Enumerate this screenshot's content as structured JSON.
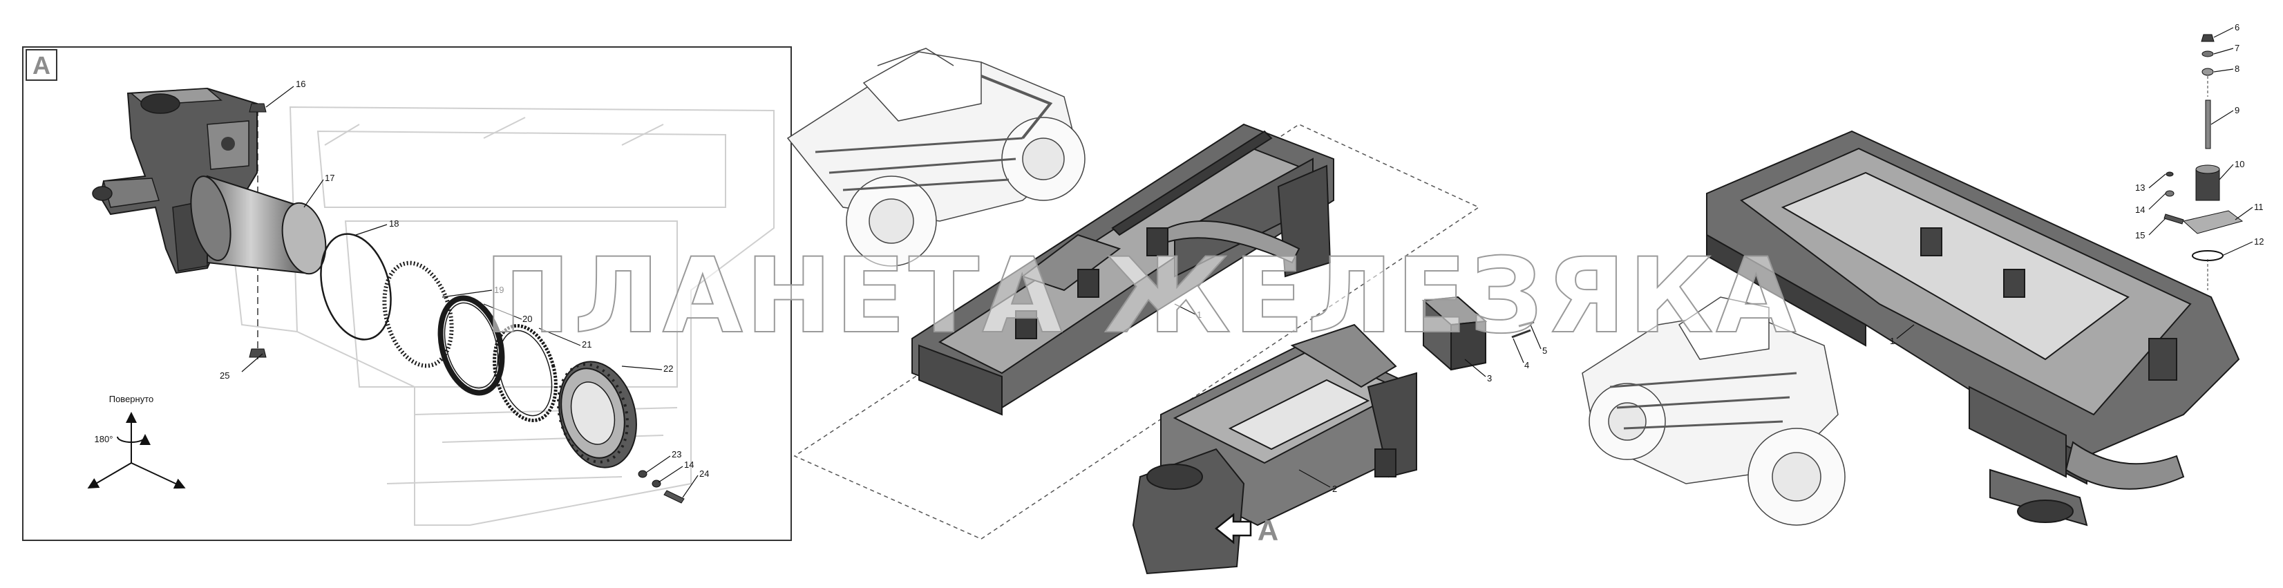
{
  "diagram": {
    "panel_letter": "A",
    "view_letter": "A",
    "rotate_label": "Повернуто",
    "rotate_angle": "180°",
    "watermark": "ПЛАНЕТА ЖЕЛЕЗЯКА",
    "callouts": {
      "c1": "1",
      "c2": "2",
      "c3": "3",
      "c4": "4",
      "c5": "5",
      "c6": "6",
      "c7": "7",
      "c8": "8",
      "c9": "9",
      "c10": "10",
      "c11": "11",
      "c12": "12",
      "c13": "13",
      "c14": "14",
      "c15": "15",
      "c16": "16",
      "c17": "17",
      "c18": "18",
      "c19": "19",
      "c20": "20",
      "c21": "21",
      "c22": "22",
      "c23": "23",
      "c24": "24",
      "c25": "25",
      "c1b": "1",
      "c14b": "14"
    },
    "colors": {
      "part_dark": "#5a5a5a",
      "part_mid": "#8a8a8a",
      "part_light": "#c8c8c8",
      "line": "#1a1a1a",
      "accent_letter": "#8c8c8c"
    }
  }
}
